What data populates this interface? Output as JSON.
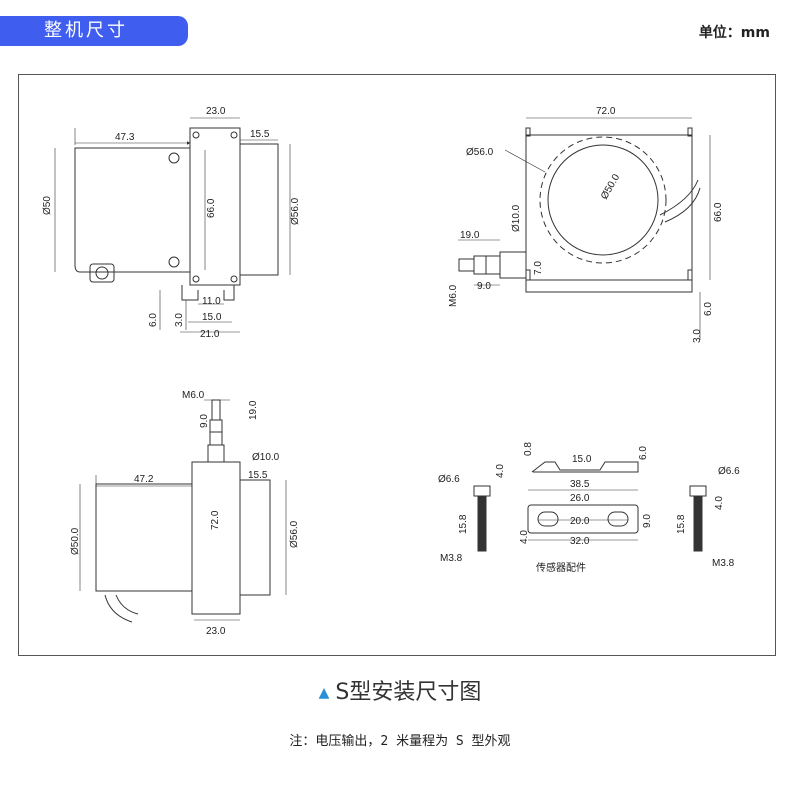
{
  "header": {
    "title": "整机尺寸",
    "unit": "单位：mm"
  },
  "caption": "S型安装尺寸图",
  "note": "注：电压输出，2 米量程为 S 型外观",
  "views": {
    "side_top": {
      "w_left": "47.3",
      "w_top": "23.0",
      "w_right": "15.5",
      "d_left": "Ø50",
      "h_mid": "66.0",
      "d_right": "Ø56.0",
      "b11": "11.0",
      "b15": "15.0",
      "b21": "21.0",
      "b6": "6.0",
      "b3": "3.0"
    },
    "front_top": {
      "w": "72.0",
      "d_outer": "Ø56.0",
      "d_inner": "Ø50.0",
      "h": "66.0",
      "d10": "Ø10.0",
      "l19": "19.0",
      "m6": "M6.0",
      "l9": "9.0",
      "s7": "7.0",
      "s6": "6.0",
      "s3": "3.0"
    },
    "side_bottom": {
      "m6": "M6.0",
      "l19": "19.0",
      "l9": "9.0",
      "d10": "Ø10.0",
      "w_left": "47.2",
      "w_right": "15.5",
      "h_mid": "72.0",
      "d_left": "Ø50.0",
      "d_right": "Ø56.0",
      "w_bottom": "23.0"
    },
    "accessories": {
      "bolt_left_d": "Ø6.6",
      "bolt_left_h": "4.0",
      "bolt_left_l": "15.8",
      "bolt_left_m": "M3.8",
      "clip_top": "0.8",
      "clip_w": "15.0",
      "clip_h": "6.0",
      "clip_total": "38.5",
      "plate_26": "26.0",
      "plate_20": "20.0",
      "plate_32": "32.0",
      "plate_9": "9.0",
      "plate_4": "4.0",
      "label": "传感器配件",
      "bolt_right_d": "Ø6.6",
      "bolt_right_h": "4.0",
      "bolt_right_l": "15.8",
      "bolt_right_m": "M3.8"
    }
  }
}
